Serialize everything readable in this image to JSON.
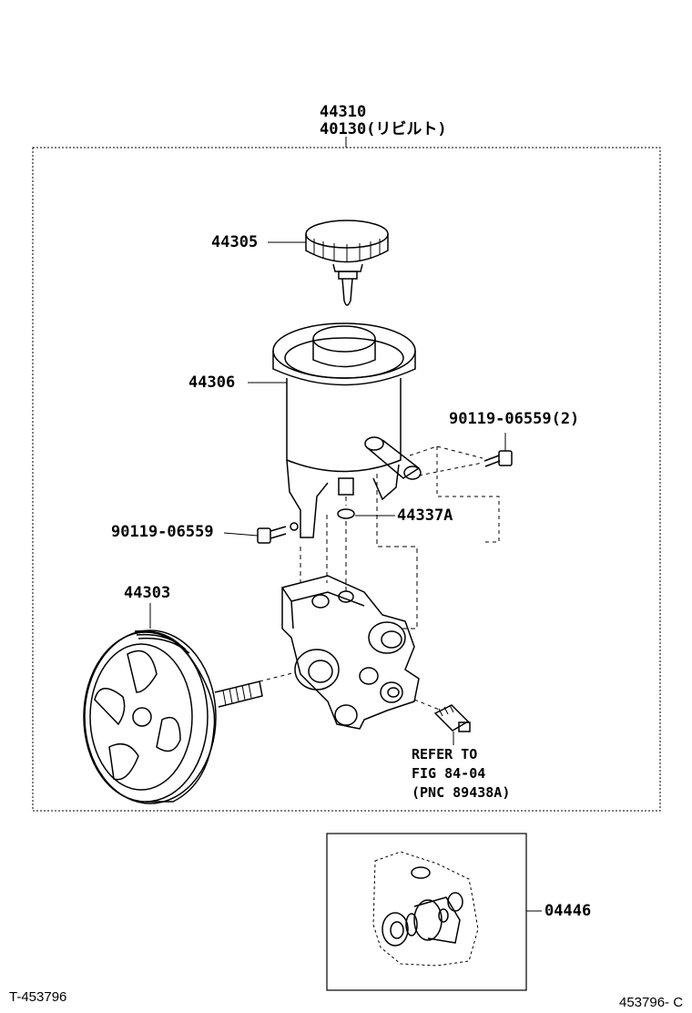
{
  "labels": {
    "assembly_main": "44310",
    "assembly_rebuilt": "40130(リビルト)",
    "cap": "44305",
    "reservoir": "44306",
    "bolt_right": "90119-06559(2)",
    "oring": "44337A",
    "bolt_left": "90119-06559",
    "pulley": "44303",
    "gasket_kit": "04446"
  },
  "reference": {
    "line1": "REFER TO",
    "line2": "FIG 84-04",
    "line3": "(PNC 89438A)"
  },
  "footer": {
    "left_code": "T-453796",
    "right_code": "453796- C"
  }
}
